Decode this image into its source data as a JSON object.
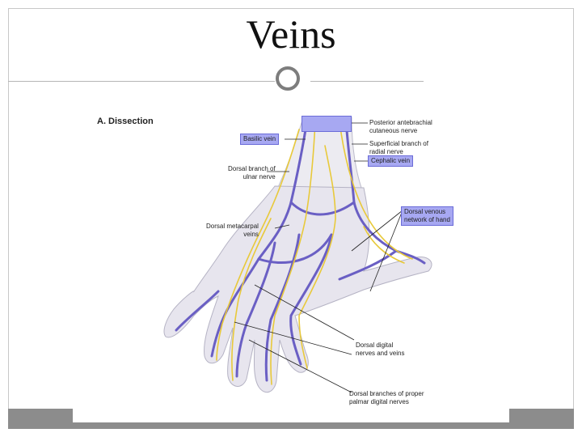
{
  "slide": {
    "title": "Veins"
  },
  "figure": {
    "heading": "A. Dissection",
    "labels": {
      "posterior_antebrachial": [
        "Posterior antebrachial",
        "cutaneous nerve"
      ],
      "basilic_vein": "Basilic vein",
      "superficial_branch": [
        "Superficial branch of",
        "radial nerve"
      ],
      "cephalic_vein": "Cephalic vein",
      "dorsal_branch_ulnar": [
        "Dorsal branch of",
        "ulnar nerve"
      ],
      "dorsal_venous_network": [
        "Dorsal venous",
        "network of hand"
      ],
      "dorsal_metacarpal": [
        "Dorsal metacarpal",
        "veins"
      ],
      "dorsal_digital": [
        "Dorsal digital",
        "nerves and veins"
      ],
      "dorsal_branches_proper": [
        "Dorsal branches of proper",
        "palmar digital nerves"
      ]
    }
  },
  "colors": {
    "vein": "#6a5fc4",
    "nerve": "#e8c93a",
    "highlight": "#a7a8f2",
    "bar": "#8c8c8c"
  }
}
